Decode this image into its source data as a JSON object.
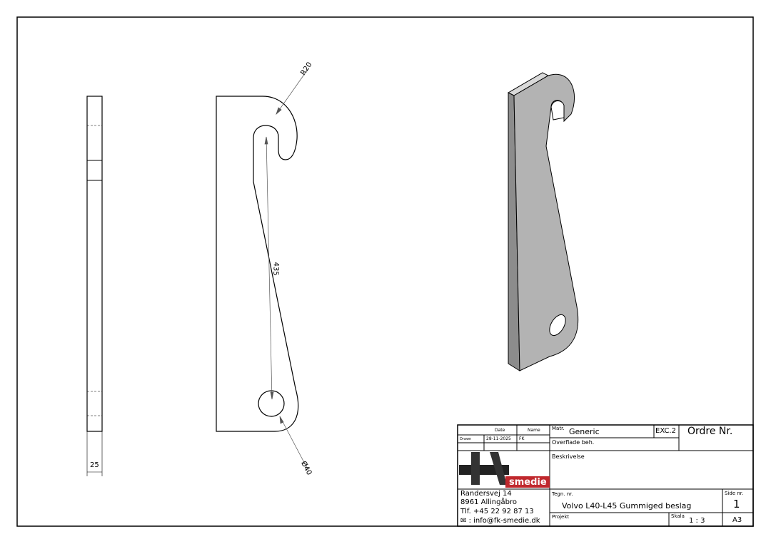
{
  "dimensions": {
    "radius": "R20",
    "length": "435",
    "hole": "Ø40",
    "thickness": "25"
  },
  "title_block": {
    "date_header": "Date",
    "name_header": "Name",
    "drawn_label": "Drawn",
    "drawn_date": "28-11-2025",
    "drawn_name": "FK",
    "matr_label": "Matr.",
    "matr_value": "Generic",
    "exc": "EXC.2",
    "ordre": "Ordre Nr.",
    "overflade": "Overflade beh.",
    "beskrivelse": "Beskrivelse",
    "logo_text": "smedie",
    "address1": "Randersvej 14",
    "address2": "8961 Allingåbro",
    "phone": "Tlf. +45 22 92 87 13",
    "email": ": info@fk-smedie.dk",
    "tegn_label": "Tegn. nr.",
    "tegn_value": "Volvo L40-L45 Gummiged beslag",
    "side_label": "Side nr.",
    "side_value": "1",
    "projekt_label": "Projekt",
    "skala_label": "Skala",
    "skala_value": "1 : 3",
    "format": "A3"
  },
  "colors": {
    "logo_red": "#c0282d",
    "face": "#b3b3b3",
    "side": "#8c8c8c",
    "top": "#d9d9d9"
  }
}
